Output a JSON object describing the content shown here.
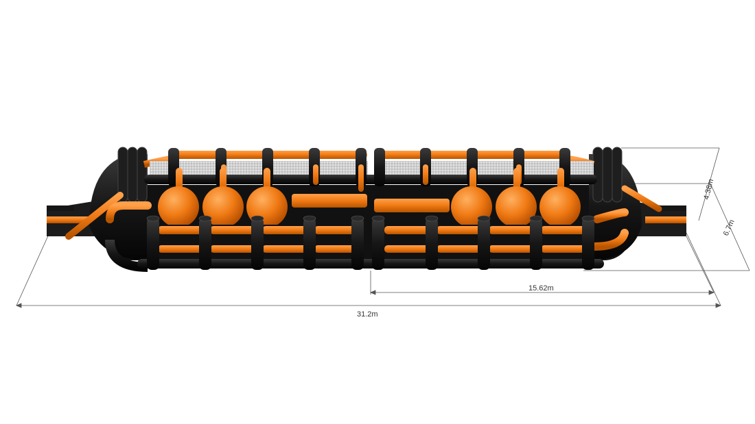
{
  "colors": {
    "background": "#ffffff",
    "accent_orange": "#f07a14",
    "structure_black": "#161616",
    "mesh_gray": "#d9d9d9",
    "dimension_line": "#555555"
  },
  "dimensions": {
    "total_length": "31.2m",
    "half_length": "15.62m",
    "height": "4.38m",
    "width": "6.7m"
  },
  "features": {
    "balls_count": 6,
    "beams_count": 2,
    "front_panels_per_side": 4,
    "back_panels_per_side": 4
  }
}
